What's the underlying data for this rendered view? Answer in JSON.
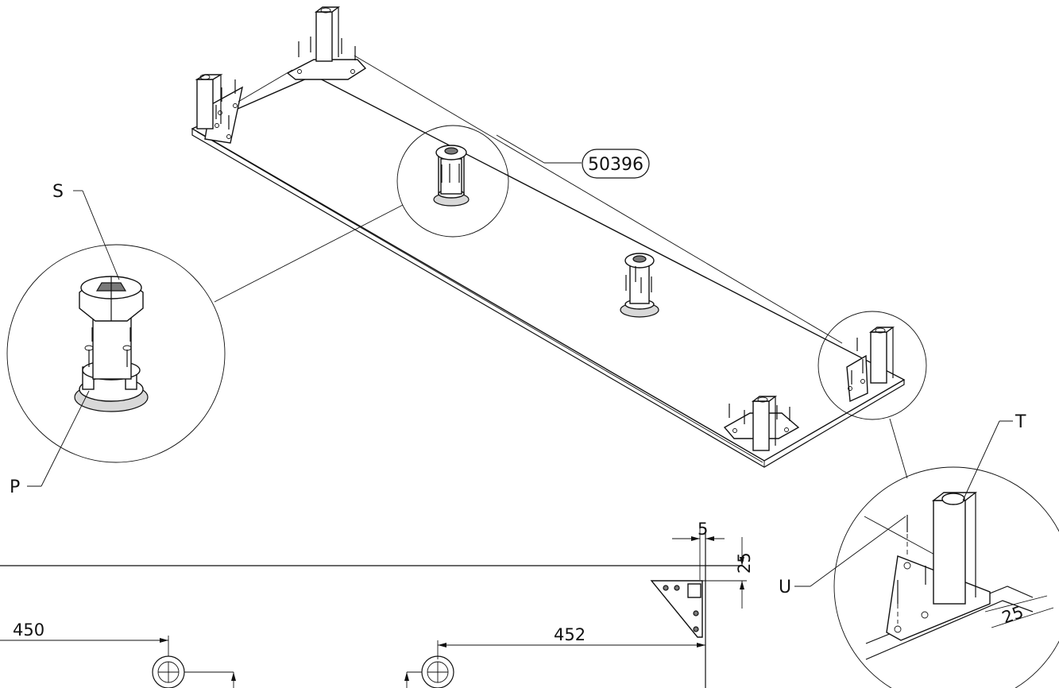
{
  "labels": {
    "part_number": "50396",
    "callout_s": "S",
    "callout_p": "P",
    "callout_t": "T",
    "callout_u": "U"
  },
  "dimensions": {
    "d5": "5",
    "d25_vertical": "25",
    "d450": "450",
    "d452": "452",
    "d25_detail": "25"
  }
}
